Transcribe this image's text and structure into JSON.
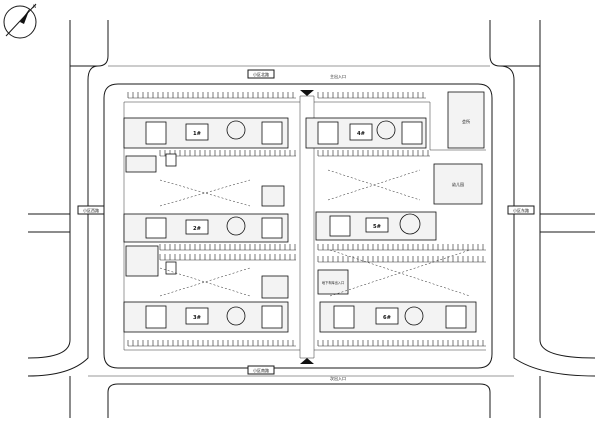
{
  "compass": {
    "north_label": "N"
  },
  "roads": {
    "north": "小区北路",
    "south": "小区南路",
    "west": "小区西路",
    "east": "小区东路"
  },
  "gates": {
    "north": "主出入口",
    "south": "次出入口"
  },
  "buildings": [
    {
      "id": "b1",
      "label": "1#"
    },
    {
      "id": "b2",
      "label": "2#"
    },
    {
      "id": "b3",
      "label": "3#"
    },
    {
      "id": "b4",
      "label": "4#"
    },
    {
      "id": "b5",
      "label": "5#"
    },
    {
      "id": "b6",
      "label": "6#"
    }
  ],
  "facilities": {
    "club": "会所",
    "kindergarten": "幼儿园",
    "garage_ramp": "地下车库出入口"
  }
}
